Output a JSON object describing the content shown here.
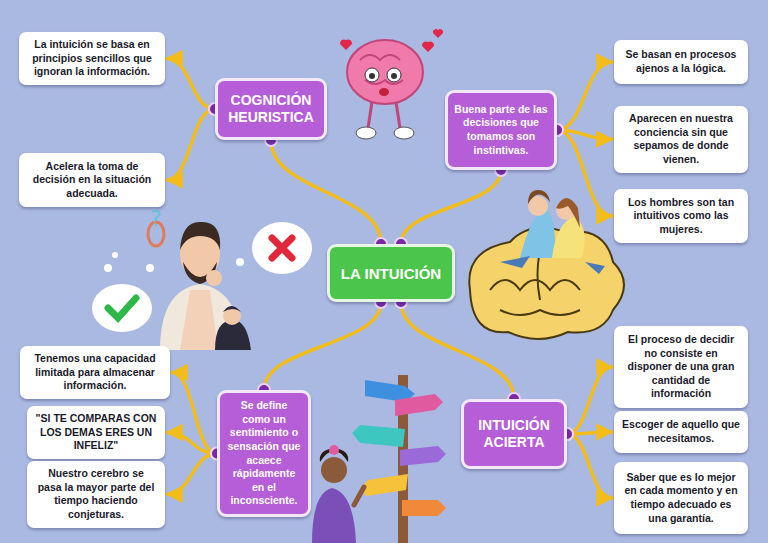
{
  "diagram": {
    "nodes": [
      {
        "text": [
          "La intuición se basa en principios sencillos que ignoran la información."
        ]
      },
      {
        "text": [
          "COGNICIÓN HEURISTICA"
        ]
      },
      {
        "text": [
          "Buena parte de las decisiones que tomamos son instintivas."
        ]
      },
      {
        "text": [
          "Se basan en procesos ajenos a la lógica."
        ]
      },
      {
        "text": [
          "Aparecen en nuestra conciencia sin que sepamos de donde vienen."
        ]
      },
      {
        "text": [
          "Acelera la toma de decisión en la situación adecuada."
        ]
      },
      {
        "text": [
          "Los hombres son tan intuitivos como las mujeres."
        ]
      },
      {
        "text": [
          "LA INTUICIÓN"
        ]
      },
      {
        "text": [
          "Tenemos una capacidad limitada para almacenar información."
        ]
      },
      {
        "text": [
          "El proceso de decidir no consiste en disponer de una gran cantidad de información"
        ]
      },
      {
        "text": [
          "Se define como un sentimiento o sensación que acaece rápidamente en el inconsciente."
        ]
      },
      {
        "text": [
          "\"SI TE COMPARAS CON LOS DEMAS ERES UN INFELIZ\""
        ]
      },
      {
        "text": [
          "INTUICIÓN ACIERTA"
        ]
      },
      {
        "text": [
          "Escoger de aquello que necesitamos."
        ]
      },
      {
        "text": [
          "Nuestro cerebro se pasa la mayor parte del tiempo haciendo conjeturas."
        ]
      },
      {
        "text": [
          "Saber que es lo mejor en cada momento y en tiempo adecuado es una garantía."
        ]
      }
    ],
    "edges": [
      {
        "from": 7,
        "to": 1,
        "arrow": "none"
      },
      {
        "from": 7,
        "to": 2,
        "arrow": "none"
      },
      {
        "from": 7,
        "to": 10,
        "arrow": "none"
      },
      {
        "from": 7,
        "to": 12,
        "arrow": "none"
      },
      {
        "from": 1,
        "to": 0,
        "arrow": "to"
      },
      {
        "from": 1,
        "to": 5,
        "arrow": "to"
      },
      {
        "from": 2,
        "to": 3,
        "arrow": "to"
      },
      {
        "from": 2,
        "to": 4,
        "arrow": "to"
      },
      {
        "from": 2,
        "to": 6,
        "arrow": "to"
      },
      {
        "from": 10,
        "to": 8,
        "arrow": "to"
      },
      {
        "from": 10,
        "to": 11,
        "arrow": "to"
      },
      {
        "from": 10,
        "to": 14,
        "arrow": "to"
      },
      {
        "from": 12,
        "to": 9,
        "arrow": "to"
      },
      {
        "from": 12,
        "to": 13,
        "arrow": "to"
      },
      {
        "from": 12,
        "to": 15,
        "arrow": "to"
      }
    ]
  }
}
